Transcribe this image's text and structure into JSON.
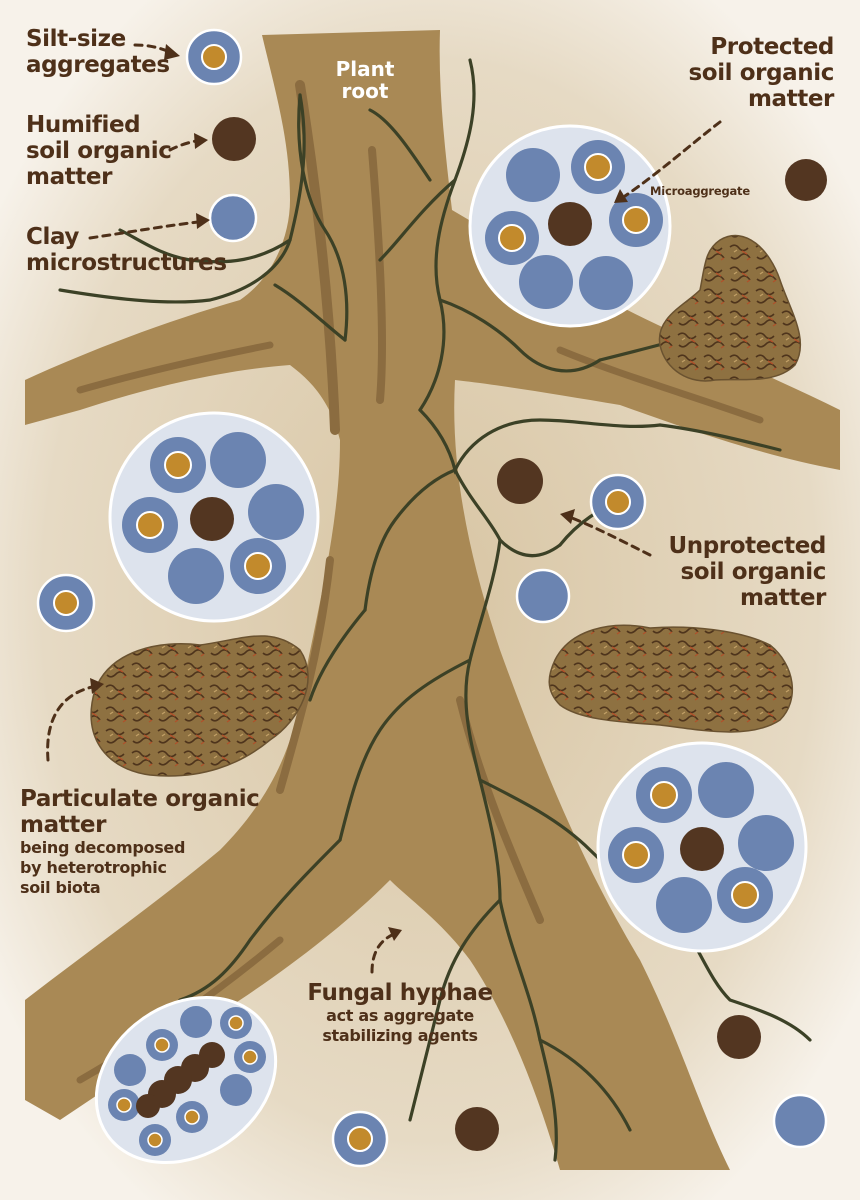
{
  "labels": {
    "silt_size_aggregates": [
      "Silt-size",
      "aggregates"
    ],
    "humified_som": [
      "Humified",
      "soil organic",
      "matter"
    ],
    "clay_microstructures": [
      "Clay",
      "microstructures"
    ],
    "plant_root": [
      "Plant",
      "root"
    ],
    "protected_som": [
      "Protected",
      "soil organic",
      "matter"
    ],
    "microaggregate": "Microaggregate",
    "unprotected_som": [
      "Unprotected",
      "soil organic",
      "matter"
    ],
    "particulate_om_title": [
      "Particulate organic",
      "matter"
    ],
    "particulate_om_desc": [
      "being decomposed",
      "by heterotrophic",
      "soil biota"
    ],
    "fungal_hyphae_title": "Fungal hyphae",
    "fungal_hyphae_desc": [
      "act as aggregate",
      "stabilizing agents"
    ]
  },
  "colors": {
    "soil_background": "#e9dfcf",
    "root": "#a98955",
    "root_shade": "#8b6c40",
    "hyphae": "#3c4126",
    "clay_particle": "#6b84b1",
    "silt_core": "#c28a2c",
    "humified_matter": "#533621",
    "microaggregate_halo": "#dde3ed",
    "particulate_matter": "#8a6d3d",
    "label_text": "#4e3019"
  }
}
